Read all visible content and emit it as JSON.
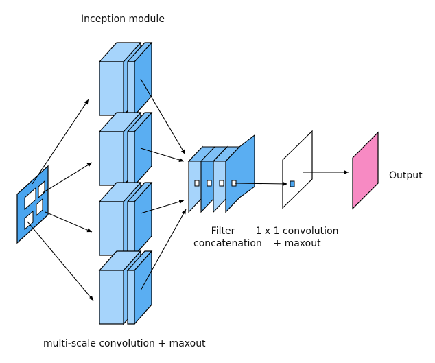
{
  "labels": {
    "inception_module": "Inception module",
    "filter_concat_line1": "Filter",
    "filter_concat_line2": "concatenation",
    "conv1x1_line1": "1 x 1 convolution",
    "conv1x1_line2": "+ maxout",
    "output": "Output",
    "multiscale": "multi-scale convolution + maxout"
  },
  "colors": {
    "front_face": "#a6d4fb",
    "side_face": "#7ec0f7",
    "back_face": "#5aaef2",
    "input_map": "#4aa5ef",
    "output_map": "#f78ac3",
    "stroke": "#000000"
  }
}
